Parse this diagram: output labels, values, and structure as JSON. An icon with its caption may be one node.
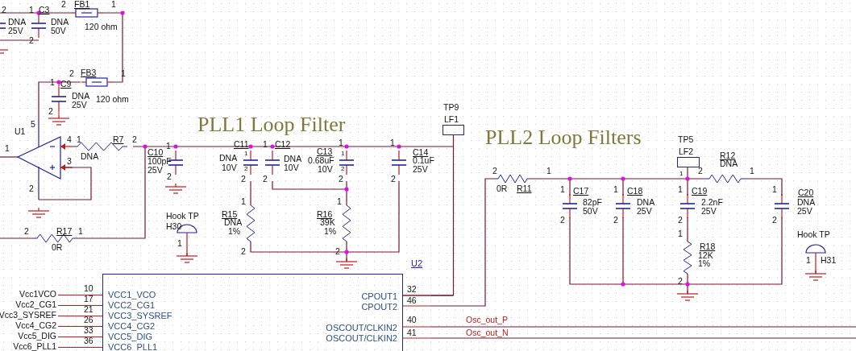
{
  "diagram": {
    "nodes": [
      {
        "text": [
          "U2",
          "VCC1_VCO",
          "VCC2_CG1",
          "VCC3_SYSREF",
          "VCC4_CG2",
          "VCC5_DIG",
          "VCC6_PLL1",
          "CPOUT1",
          "CPOUT2",
          "OSCOUT/CLKIN2",
          "OSCOUT/CLKIN2"
        ]
      },
      {
        "text": [
          "LF1"
        ],
        "beside": [
          "TP9"
        ]
      },
      {
        "text": [
          "LF2"
        ],
        "beside": [
          "TP5"
        ]
      }
    ],
    "edges": [
      {
        "from": 1,
        "to": 0,
        "arrow": "none"
      }
    ],
    "labels": [
      "2",
      "1",
      "C3",
      "2",
      "FB1",
      "1",
      "DNA",
      "25V",
      "DNA",
      "50V",
      "120 ohm",
      "2",
      "2",
      "FB3",
      "1",
      "1",
      "C9",
      "DNA",
      "25V",
      "120 ohm",
      "2",
      "U1",
      "5",
      "1",
      "4",
      "1",
      "R7",
      "2",
      "DNA",
      "3",
      "2",
      "2",
      "R17",
      "1",
      "0R",
      "C10",
      "1",
      "100pF",
      "25V",
      "2",
      "Hook TP",
      "H30",
      "1",
      "PLL1 Loop Filter",
      "C11",
      "DNA",
      "10V",
      "1",
      "2",
      "2",
      "1",
      "C12",
      "DNA",
      "10V",
      "2",
      "C13",
      "0.68uF",
      "10V",
      "1",
      "1",
      "2",
      "2",
      "1",
      "C14",
      "0.1uF",
      "25V",
      "2",
      "1",
      "R15",
      "DNA",
      "1%",
      "2",
      "1",
      "R16",
      "39K",
      "1%",
      "2",
      "PLL2 Loop Filters",
      "2",
      "1",
      "0R",
      "R11",
      "1",
      "C17",
      "82pF",
      "50V",
      "2",
      "1",
      "C18",
      "DNA",
      "25V",
      "2",
      "2",
      "R12",
      "DNA",
      "1",
      "1",
      "1",
      "C19",
      "2.2nF",
      "25V",
      "2",
      "1",
      "R18",
      "12K",
      "1%",
      "2",
      "1",
      "C20",
      "DNA",
      "25V",
      "2",
      "Hook TP",
      "1",
      "H31",
      "Vcc1VCO",
      "10",
      "Vcc2_CG1",
      "17",
      "Vcc3_SYSREF",
      "21",
      "Vcc4_CG2",
      "26",
      "Vcc5_DIG",
      "33",
      "Vcc6_PLL1",
      "36",
      "32",
      "46",
      "40",
      "Osc_out_P",
      "41",
      "Osc_out_N"
    ]
  }
}
